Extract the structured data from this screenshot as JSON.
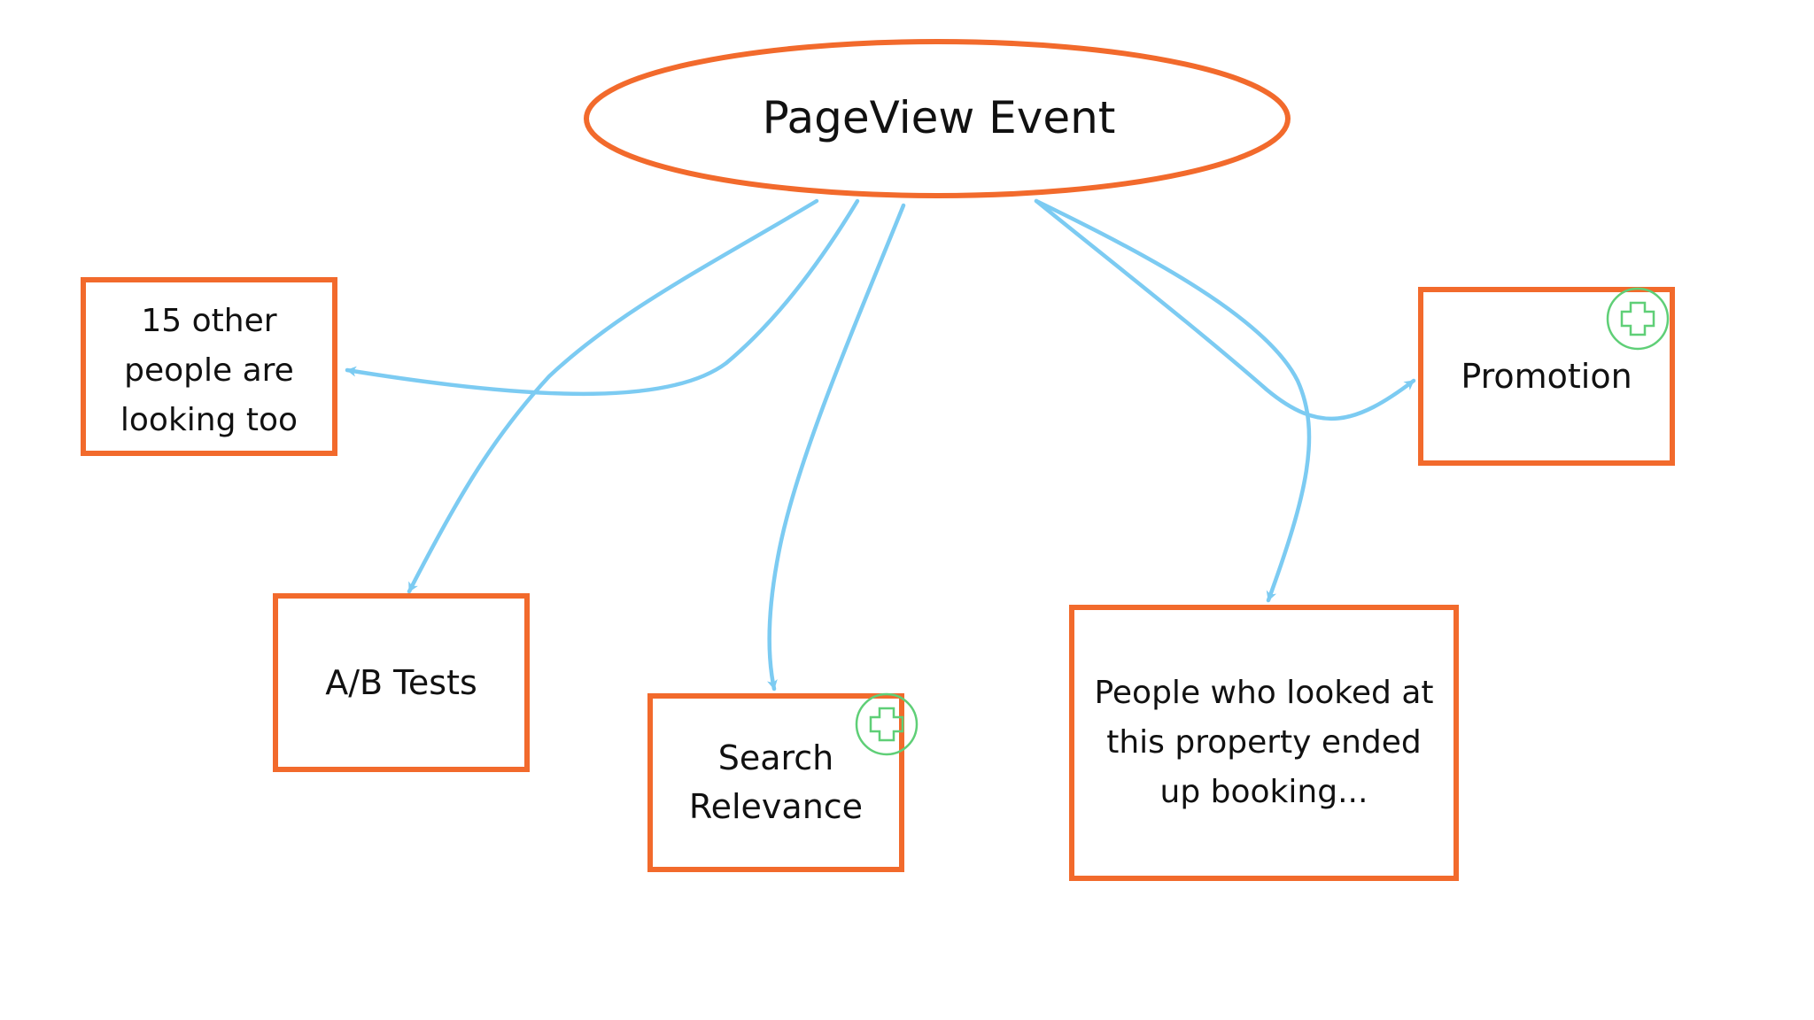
{
  "diagram": {
    "root": {
      "label": "PageView Event"
    },
    "nodes": {
      "others_looking": {
        "label": "15 other\npeople are\nlooking too"
      },
      "ab_tests": {
        "label": "A/B Tests"
      },
      "search_relevance": {
        "label": "Search\nRelevance"
      },
      "promotion": {
        "label": "Promotion"
      },
      "booked_after": {
        "label": "People who looked at\nthis property ended\nup booking..."
      }
    },
    "edges": [
      {
        "from": "PageView Event",
        "to": "15 other people are looking too"
      },
      {
        "from": "PageView Event",
        "to": "A/B Tests"
      },
      {
        "from": "PageView Event",
        "to": "Search Relevance"
      },
      {
        "from": "PageView Event",
        "to": "Promotion"
      },
      {
        "from": "PageView Event",
        "to": "People who looked at this property ended up booking..."
      }
    ],
    "markers": {
      "search_relevance": "plus-circle-icon",
      "promotion": "plus-circle-icon"
    }
  },
  "colors": {
    "node_border": "#f26a2c",
    "edge": "#7ccbf2",
    "marker": "#5fcf77",
    "text": "#111111",
    "background": "#ffffff"
  }
}
